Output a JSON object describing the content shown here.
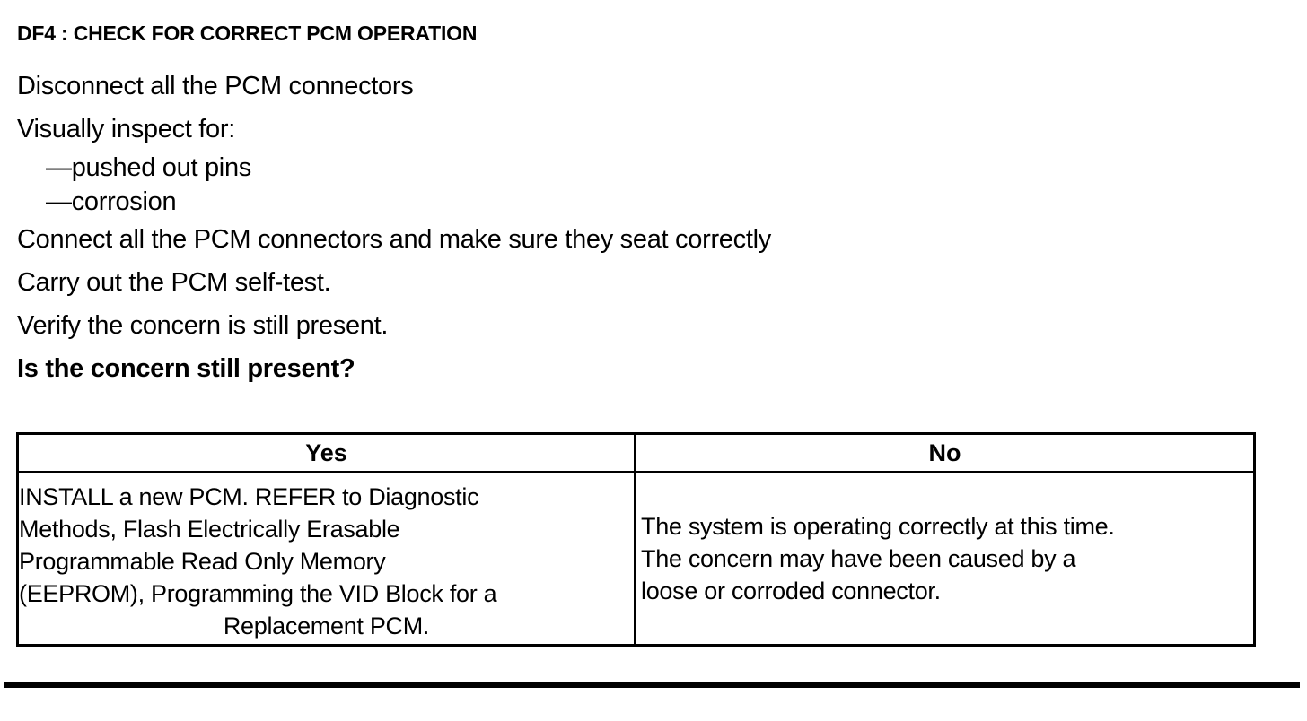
{
  "document": {
    "title": "DF4 : CHECK FOR CORRECT PCM OPERATION",
    "steps": [
      {
        "text": "Disconnect all the PCM connectors",
        "style": "normal"
      },
      {
        "text": "Visually inspect for:",
        "style": "normal"
      },
      {
        "text": "—pushed out pins",
        "style": "sub"
      },
      {
        "text": "—corrosion",
        "style": "sub"
      },
      {
        "text": "Connect all the PCM connectors and make sure they seat correctly",
        "style": "normal"
      },
      {
        "text": "Carry out the PCM self-test.",
        "style": "normal"
      },
      {
        "text": "Verify the concern is still present.",
        "style": "normal"
      },
      {
        "text": "Is the concern still present?",
        "style": "bold"
      }
    ],
    "decision_table": {
      "headers": [
        "Yes",
        "No"
      ],
      "yes_cell": {
        "lines": [
          "INSTALL a new PCM. REFER to Diagnostic",
          "Methods, Flash Electrically Erasable",
          "Programmable Read Only Memory",
          "(EEPROM), Programming the VID Block for a",
          "Replacement PCM."
        ],
        "centered_line_index": 4
      },
      "no_cell": {
        "lines": [
          "The system is operating correctly at this time.",
          "The concern may have been caused by a",
          "loose or corroded connector."
        ]
      }
    }
  },
  "colors": {
    "ink": "#000000",
    "paper": "#ffffff"
  }
}
